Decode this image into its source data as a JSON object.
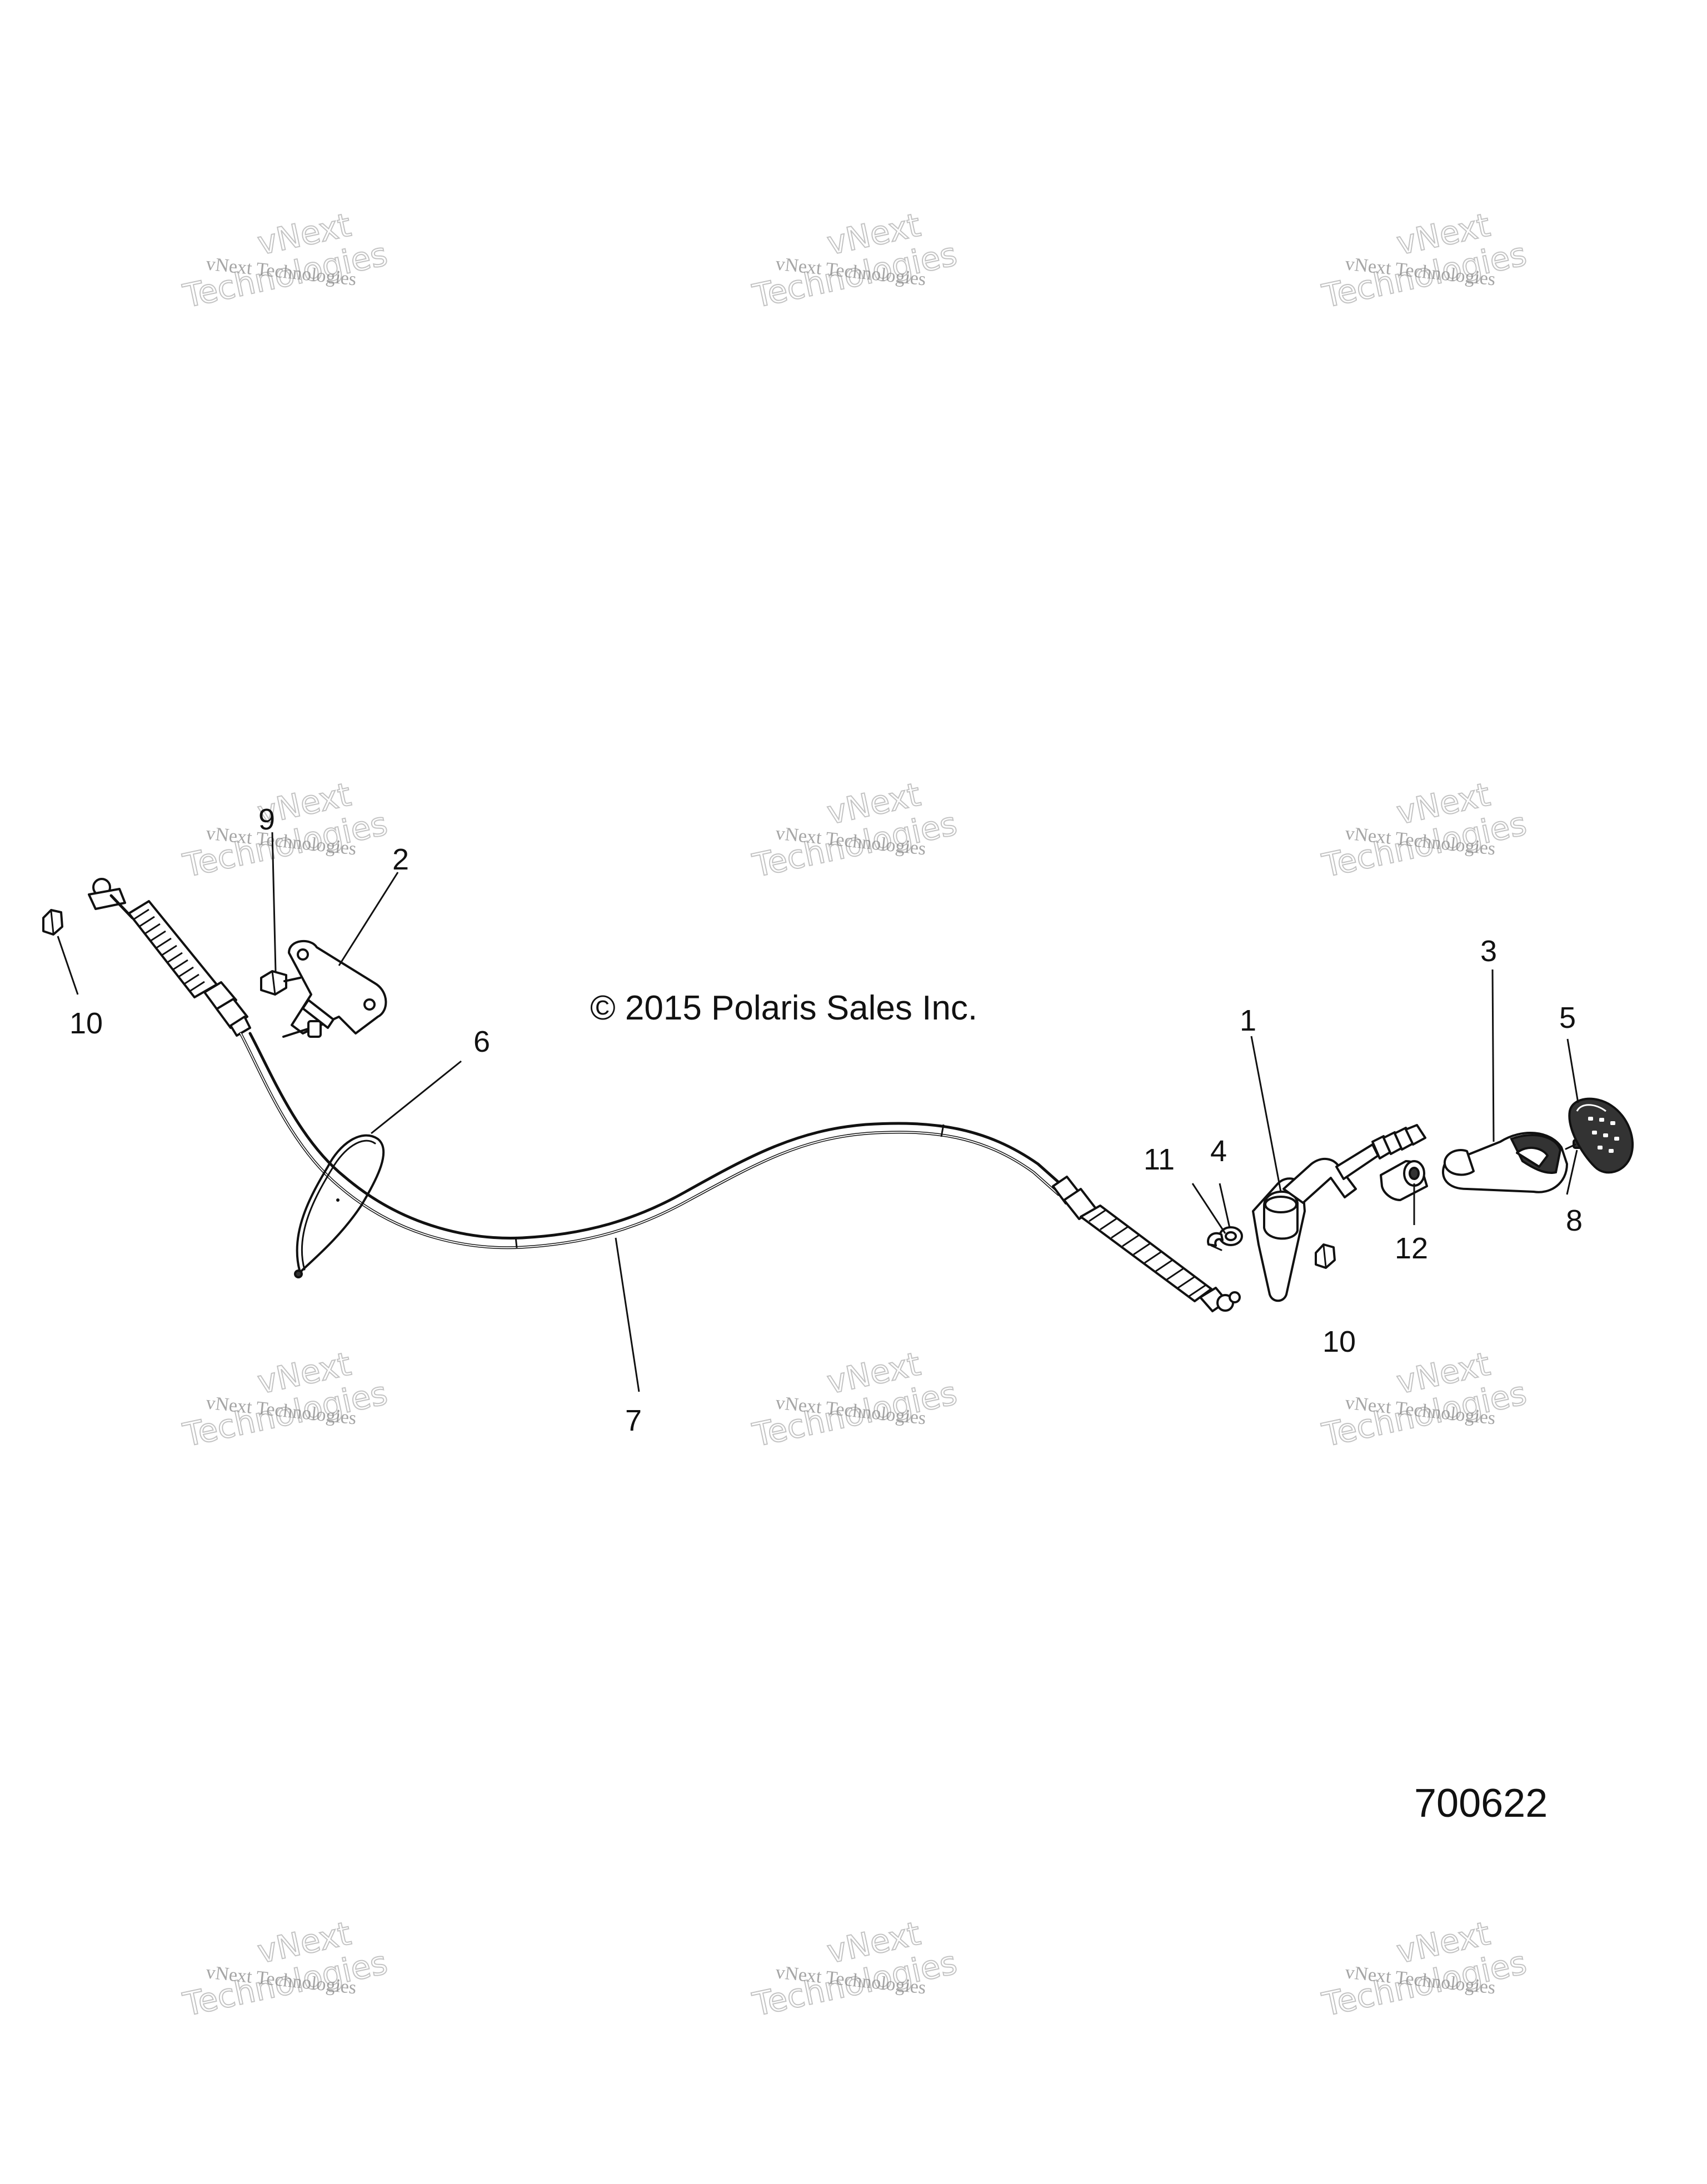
{
  "copyright": "© 2015 Polaris Sales Inc.",
  "figure_number": "700622",
  "watermark": {
    "line1": "vNext Technologies",
    "line2": "vNext",
    "line3": "Technologies"
  },
  "callouts": {
    "c1": "1",
    "c2": "2",
    "c3": "3",
    "c4": "4",
    "c5": "5",
    "c6": "6",
    "c7": "7",
    "c8": "8",
    "c9": "9",
    "c10a": "10",
    "c10b": "10",
    "c11": "11",
    "c12": "12"
  }
}
